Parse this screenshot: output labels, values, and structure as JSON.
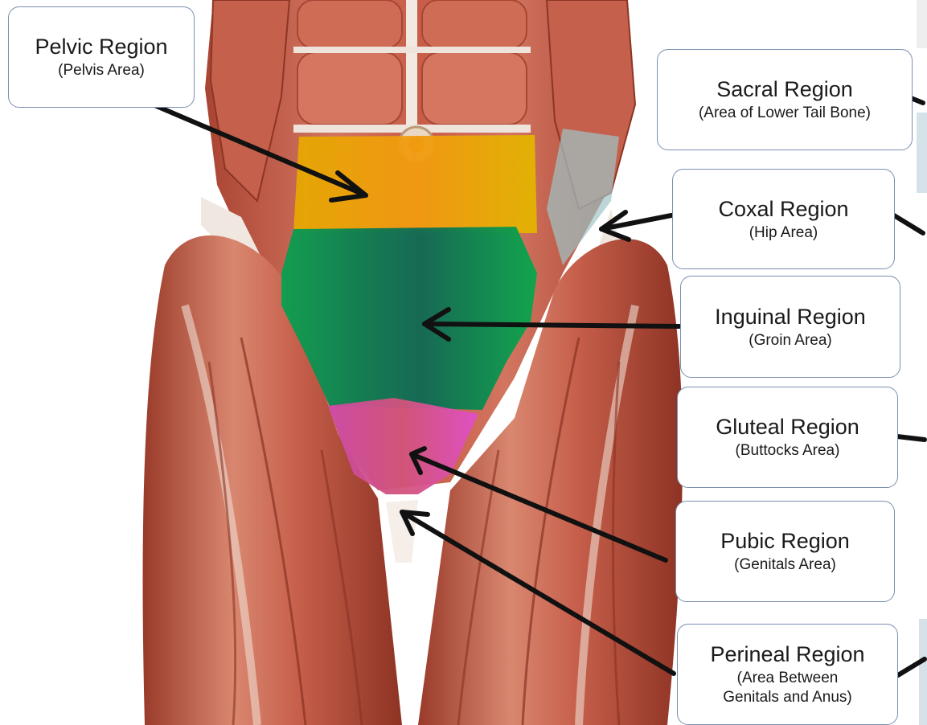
{
  "regions": [
    {
      "title": "Pelvic Region",
      "sub": "(Pelvis Area)"
    },
    {
      "title": "Sacral Region",
      "sub": "(Area of Lower Tail Bone)"
    },
    {
      "title": "Coxal Region",
      "sub": "(Hip Area)"
    },
    {
      "title": "Inguinal Region",
      "sub": "(Groin Area)"
    },
    {
      "title": "Gluteal Region",
      "sub": "(Buttocks Area)"
    },
    {
      "title": "Pubic Region",
      "sub": "(Genitals Area)"
    },
    {
      "title": "Perineal Region",
      "sub": "(Area Between",
      "sub2": "Genitals and Anus)"
    }
  ],
  "colors": {
    "muscle": "#c45f4a",
    "muscle_light": "#e3947c",
    "muscle_dark": "#8d3525",
    "tendon": "#f1ece6",
    "pelvic_highlight": "#f3a400",
    "inguinal_highlight": "#0a9a4c",
    "pubic_highlight": "#d94fc0",
    "panel": "#d6e2ea",
    "box_border": "#7a8fb0",
    "arrow": "#111111"
  }
}
